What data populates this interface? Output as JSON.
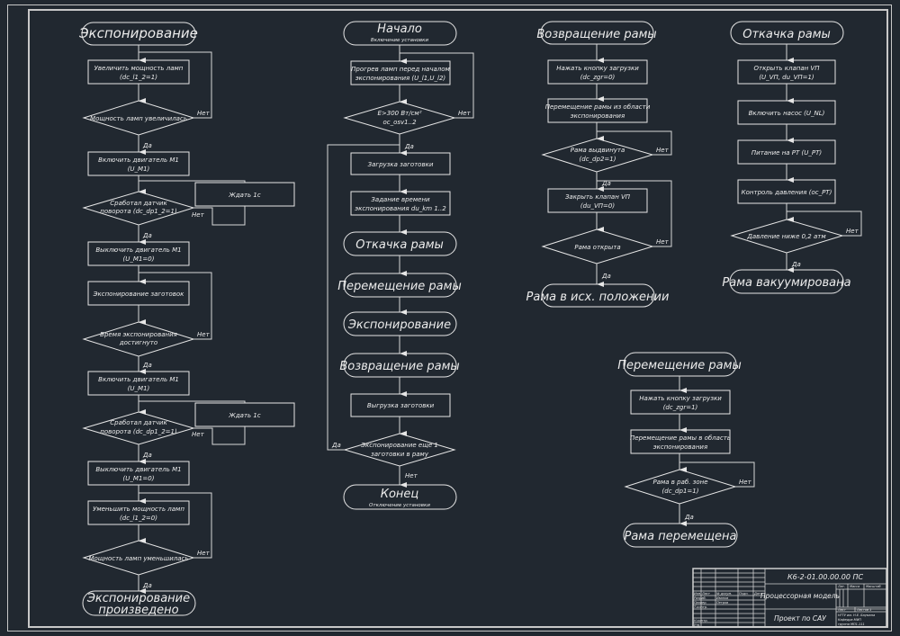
{
  "flows": {
    "exposure": {
      "title": "Экспонирование",
      "s1": [
        "Увеличить мощность ламп",
        "(dc_l1_2=1)"
      ],
      "d1": [
        "Мощность ламп увеличилась"
      ],
      "s2": [
        "Включить двигатель М1",
        "(U_M1)"
      ],
      "d2": [
        "Сработал датчик",
        "поворота (dc_dp1_2=1)"
      ],
      "w1": "Ждать 1с",
      "s3": [
        "Выключить двигатель М1",
        "(U_M1=0)"
      ],
      "s4": [
        "Экспонирование заготовок"
      ],
      "d3": [
        "Время экспонирования",
        "достигнуто"
      ],
      "s5": [
        "Включить двигатель М1",
        "(U_M1)"
      ],
      "d4": [
        "Сработал датчик",
        "поворота (dc_dp1_2=1)"
      ],
      "w2": "Ждать 1с",
      "s6": [
        "Выключить двигатель М1",
        "(U_M1=0)"
      ],
      "s7": [
        "Уменьшить мощность ламп",
        "(dc_l1_2=0)"
      ],
      "d5": [
        "Мощность ламп уменьшилась"
      ],
      "end": [
        "Экспонирование",
        "произведено"
      ]
    },
    "main": {
      "title": "Начало",
      "subtitle": "Включение установки",
      "s1": [
        "Прогрев ламп перед началом",
        "экспонирования (U_l1,U_l2)"
      ],
      "d1": [
        "E>300 Вт/см²",
        "oc_osv1..2"
      ],
      "s2": [
        "Загрузка заготовки"
      ],
      "s3": [
        "Задание времени",
        "экспонирования du_km 1..2"
      ],
      "p1": "Откачка рамы",
      "p2": "Перемещение рамы",
      "p3": "Экспонирование",
      "p4": "Возвращение рамы",
      "s4": [
        "Выгрузка заготовки"
      ],
      "d2": [
        "Экспонирование еще 1",
        "заготовки в раму"
      ],
      "end": "Конец",
      "end_sub": "Отключение установки"
    },
    "return_frame": {
      "title": "Возвращение рамы",
      "s1": [
        "Нажать кнопку загрузки",
        "(dc_zgr=0)"
      ],
      "s2": [
        "Перемещение рамы из области",
        "экспонирования"
      ],
      "d1": [
        "Рама выдвинута",
        "(dc_dp2=1)"
      ],
      "s3": [
        "Закрыть клапан VП",
        "(du_VП=0)"
      ],
      "d2": [
        "Рама открыта"
      ],
      "end": "Рама в исх. положении"
    },
    "pump": {
      "title": "Откачка рамы",
      "s1": [
        "Открыть клапан VП",
        "(U_VП, du_VП=1)"
      ],
      "s2": [
        "Включить насос (U_NL)"
      ],
      "s3": [
        "Питание на PT (U_PT)"
      ],
      "s4": [
        "Контроль давления (oc_PT)"
      ],
      "d1": [
        "Давление ниже 0,2 атм"
      ],
      "end": "Рама вакуумирована"
    },
    "move": {
      "title": "Перемещение рамы",
      "s1": [
        "Нажать кнопку загрузки",
        "(dc_zgr=1)"
      ],
      "s2": [
        "Перемещение рамы в область",
        "экспонирования"
      ],
      "d1": [
        "Рама в раб. зоне",
        "(dc_dp1=1)"
      ],
      "end": "Рама перемещена"
    },
    "labels": {
      "yes": "Да",
      "no": "Нет"
    }
  },
  "title_block": {
    "code": "К6-2-01.00.00.00 ПС",
    "name": "Процессорная модель",
    "project": "Проект по САУ",
    "cols": [
      "Лит.",
      "Масса",
      "Масштаб"
    ],
    "sheet": "Лист",
    "sheets": "Листов 1",
    "org": [
      "НГТУ им. Н.Е. Баумана",
      "Кафедра МИП",
      "группа МП1-111"
    ],
    "rows": [
      "Разраб.",
      "Провер.",
      "Т.контр.",
      "Н.контр.",
      "Утв."
    ],
    "heads": [
      "Изм.",
      "Лист",
      "№ докум.",
      "Подп.",
      "Дата"
    ],
    "names": [
      "Иванов",
      "Петров"
    ]
  }
}
